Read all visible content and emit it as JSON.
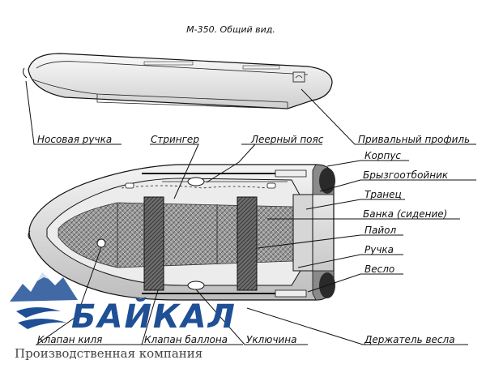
{
  "title": "М-350. Общий вид.",
  "labels": {
    "bow_handle": "Носовая ручка",
    "stringer": "Стрингер",
    "lifeline": "Леерный пояс",
    "rubbing_strake": "Привальный профиль",
    "hull": "Корпус",
    "spray_rail": "Брызгоотбойник",
    "transom": "Транец",
    "bench": "Банка (сидение)",
    "floor": "Пайол",
    "handle": "Ручка",
    "oar": "Весло",
    "keel_valve": "Клапан киля",
    "tube_valve": "Клапан баллона",
    "oarlock": "Уключина",
    "oar_holder": "Держатель весла"
  },
  "logo": {
    "brand": "БАЙКАЛ",
    "company": "Производственная компания",
    "brand_color": "#1f4f95"
  }
}
